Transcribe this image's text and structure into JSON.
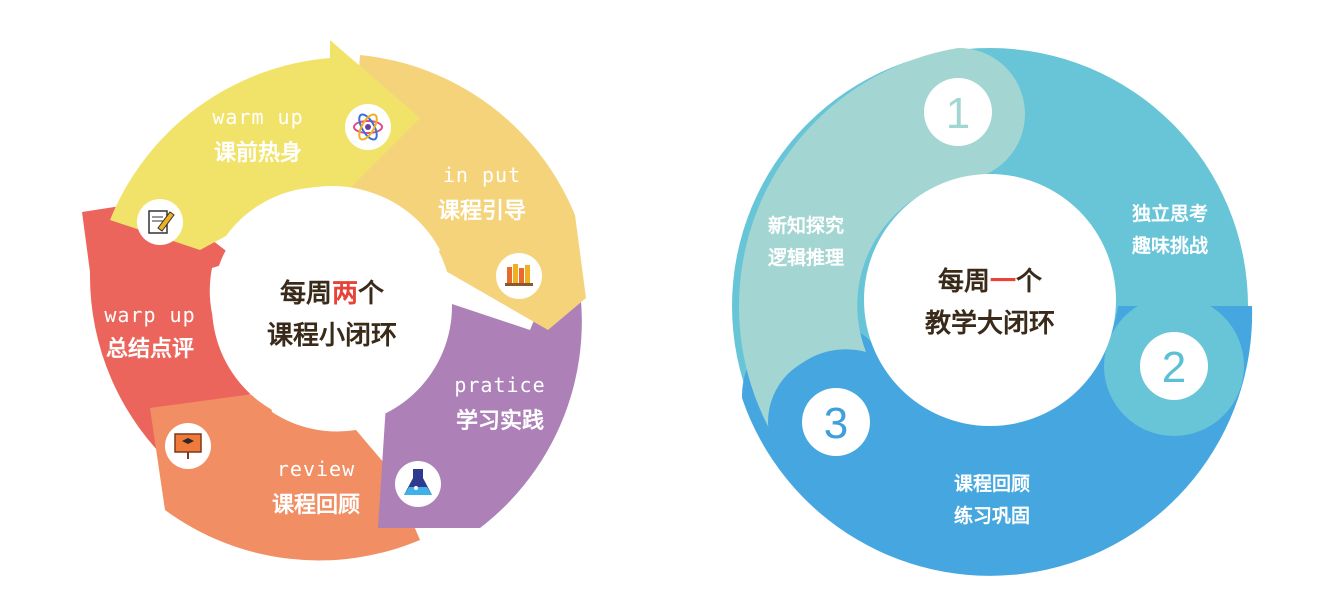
{
  "left_cycle": {
    "center": {
      "line1_a": "每周",
      "line1_hl": "两",
      "line1_b": "个",
      "line2": "课程小闭环"
    },
    "steps": [
      {
        "en": "warm up",
        "cn": "课前热身",
        "color": "#f1e36a",
        "icon": "atom-icon"
      },
      {
        "en": "in put",
        "cn": "课程引导",
        "color": "#f5d37a",
        "icon": "books-icon"
      },
      {
        "en": "pratice",
        "cn": "学习实践",
        "color": "#ad80b8",
        "icon": "flask-icon"
      },
      {
        "en": "review",
        "cn": "课程回顾",
        "color": "#f18e63",
        "icon": "presentation-board-icon"
      },
      {
        "en": "warp up",
        "cn": "总结点评",
        "color": "#ec655d",
        "icon": "pencil-paper-icon"
      }
    ]
  },
  "right_cycle": {
    "center": {
      "line1_a": "每周",
      "line1_hl": "一",
      "line1_b": "个",
      "line2": "教学大闭环"
    },
    "stages": [
      {
        "number": "1",
        "line1": "新知探究",
        "line2": "逻辑推理",
        "color": "#a3d6d2",
        "number_color": "#a3d6d2"
      },
      {
        "number": "2",
        "line1": "独立思考",
        "line2": "趣味挑战",
        "color": "#68c5d8",
        "number_color": "#5bbfd6"
      },
      {
        "number": "3",
        "line1": "课程回顾",
        "line2": "练习巩固",
        "color": "#46a7e0",
        "number_color": "#3f9fdc"
      }
    ]
  }
}
